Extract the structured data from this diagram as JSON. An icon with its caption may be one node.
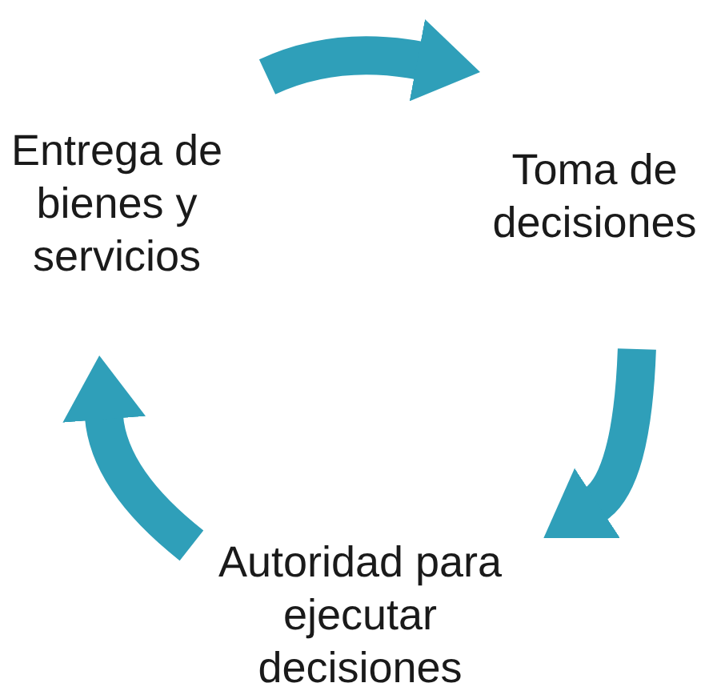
{
  "diagram": {
    "nodes": [
      {
        "text": [
          "Entrega de bienes y servicios"
        ]
      },
      {
        "text": [
          "Toma de decisiones"
        ]
      },
      {
        "text": [
          "Autoridad para ejecutar decisiones"
        ]
      }
    ],
    "edges": [
      {
        "from": 0,
        "to": 1,
        "arrow": "to"
      },
      {
        "from": 1,
        "to": 2,
        "arrow": "to"
      },
      {
        "from": 2,
        "to": 0,
        "arrow": "to"
      }
    ]
  }
}
